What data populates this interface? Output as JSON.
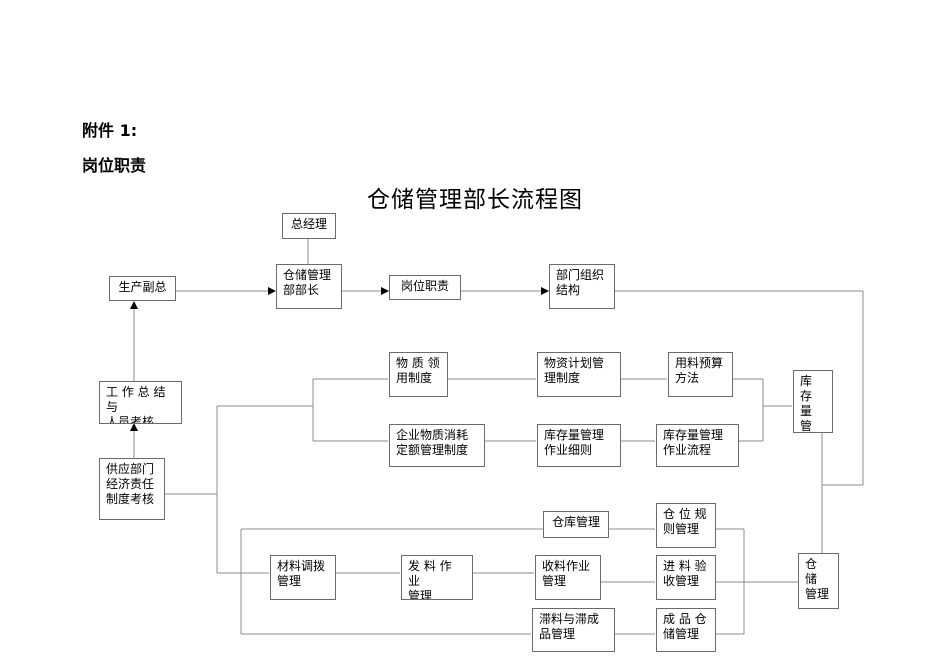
{
  "header": {
    "attachment": "附件 1:",
    "section": "岗位职责"
  },
  "title": "仓储管理部长流程图",
  "boxes": {
    "general_manager": "总经理",
    "vp_production": "生产副总",
    "warehouse_head": "仓储管理\n部部长",
    "job_duties": "岗位职责",
    "dept_structure": "部门组织\n结构",
    "work_summary": "工 作 总 结 与\n人员考核",
    "supply_dept": "供应部门\n经济责任\n制度考核",
    "material_requisition": "物  质  领\n用制度",
    "material_plan": "物资计划管\n理制度",
    "material_budget": "用料预算\n方法",
    "consumption_quota": "企业物质消耗\n定额管理制度",
    "inventory_rules": "库存量管理\n作业细则",
    "inventory_process": "库存量管理\n作业流程",
    "inventory_mgmt": "库 存\n量 管\n理",
    "warehouse_mgmt_small": "仓库管理",
    "location_rules": "仓  位  规\n则管理",
    "material_transfer": "材料调拨\n管理",
    "issuing": "发 料 作 业\n管理",
    "receiving": "收料作业\n管理",
    "incoming_inspection": "进  料  验\n收管理",
    "storage_mgmt": "仓  储\n管理",
    "slow_moving": "滞料与滞成\n品管理",
    "finished_goods": "成  品  仓\n储管理"
  }
}
